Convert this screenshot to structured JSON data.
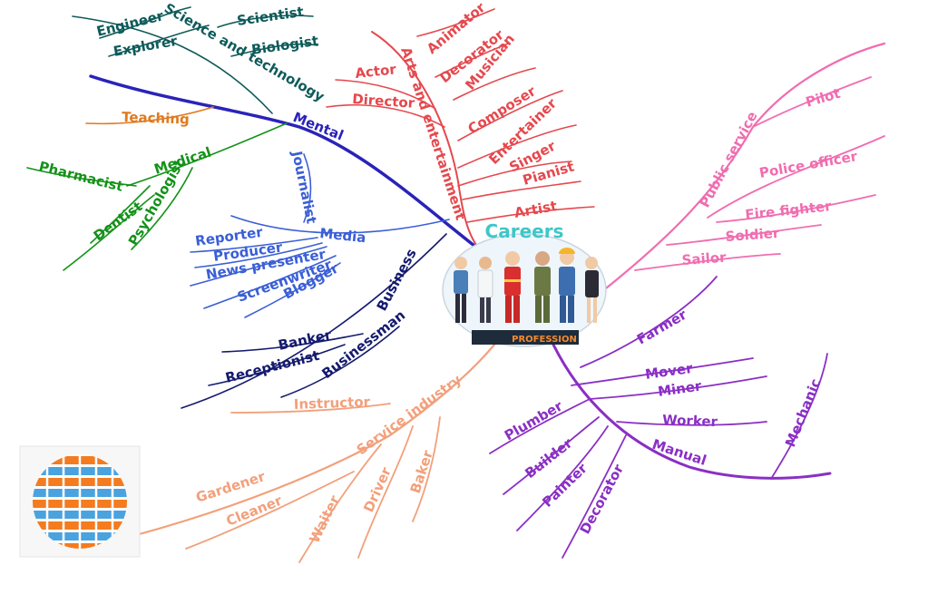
{
  "center": {
    "title": "Careers",
    "banner": "PROFESSION",
    "title_color": "#3ec6c8",
    "people_icon": "group-of-professionals-illustration"
  },
  "logo": {
    "icon": "striped-globe-logo"
  },
  "branches": {
    "mental": {
      "label": "Mental",
      "color": "#2a23b8",
      "science": {
        "label": "Science and technology",
        "color": "#0f5a5a",
        "items": [
          "Engineer",
          "Explorer",
          "Scientist",
          "Biologist"
        ]
      },
      "teaching": {
        "label": "Teaching",
        "color": "#e07a1f"
      },
      "medical": {
        "label": "Medical",
        "color": "#139218",
        "items": [
          "Pharmacist",
          "Dentist",
          "Psychologist"
        ]
      },
      "media": {
        "label": "Media",
        "color": "#3a5fd6",
        "items": [
          "Journalist",
          "Reporter",
          "Producer",
          "News presenter",
          "Screenwriter",
          "Blogger"
        ]
      },
      "business": {
        "label": "Business",
        "color": "#141a6e",
        "items": [
          "Banker",
          "Receptionist",
          "Businessman"
        ]
      }
    },
    "arts": {
      "label": "Arts and entertainment",
      "color": "#e5484d",
      "items": [
        "Actor",
        "Director",
        "Animator",
        "Decorator",
        "Musician",
        "Composer",
        "Entertainer",
        "Singer",
        "Pianist",
        "Artist"
      ]
    },
    "public": {
      "label": "Public service",
      "color": "#f06db0",
      "items": [
        "Pilot",
        "Police officer",
        "Fire fighter",
        "Soldier",
        "Sailor"
      ]
    },
    "manual": {
      "label": "Manual",
      "color": "#8a2fc4",
      "items": [
        "Farmer",
        "Mover",
        "Miner",
        "Worker",
        "Plumber",
        "Builder",
        "Painter",
        "Decorator",
        "Mechanic"
      ]
    },
    "service": {
      "label": "Service industry",
      "color": "#f2a07b",
      "items": [
        "Instructor",
        "Gardener",
        "Cleaner",
        "Waiter",
        "Driver",
        "Baker"
      ]
    }
  }
}
